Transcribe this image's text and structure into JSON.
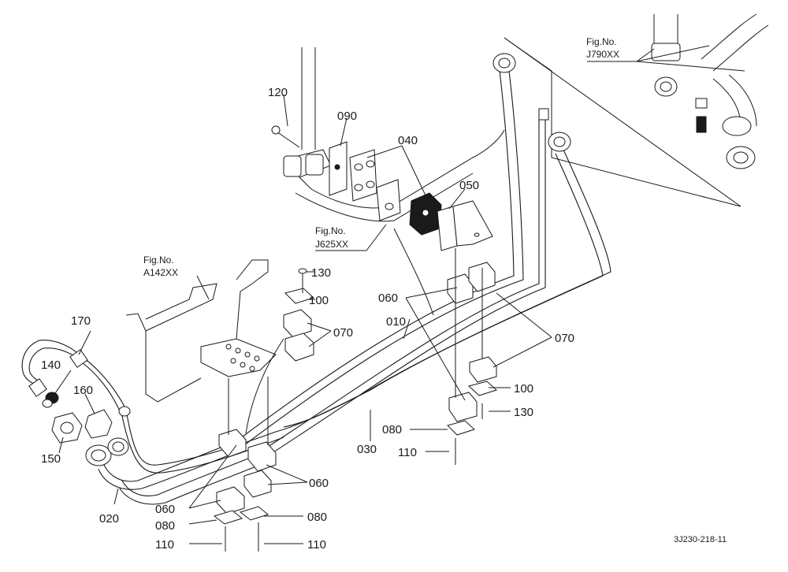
{
  "parts": {
    "p010": "010",
    "p020": "020",
    "p030": "030",
    "p040": "040",
    "p050": "050",
    "p060": "060",
    "p070": "070",
    "p080": "080",
    "p090": "090",
    "p100": "100",
    "p110": "110",
    "p120": "120",
    "p130": "130",
    "p140": "140",
    "p150": "150",
    "p160": "160",
    "p170": "170"
  },
  "figure_refs": {
    "fig_no_label": "Fig.No.",
    "j790": "J790XX",
    "j625": "J625XX",
    "a142": "A142XX"
  },
  "drawing_code": "3J230-218-11"
}
